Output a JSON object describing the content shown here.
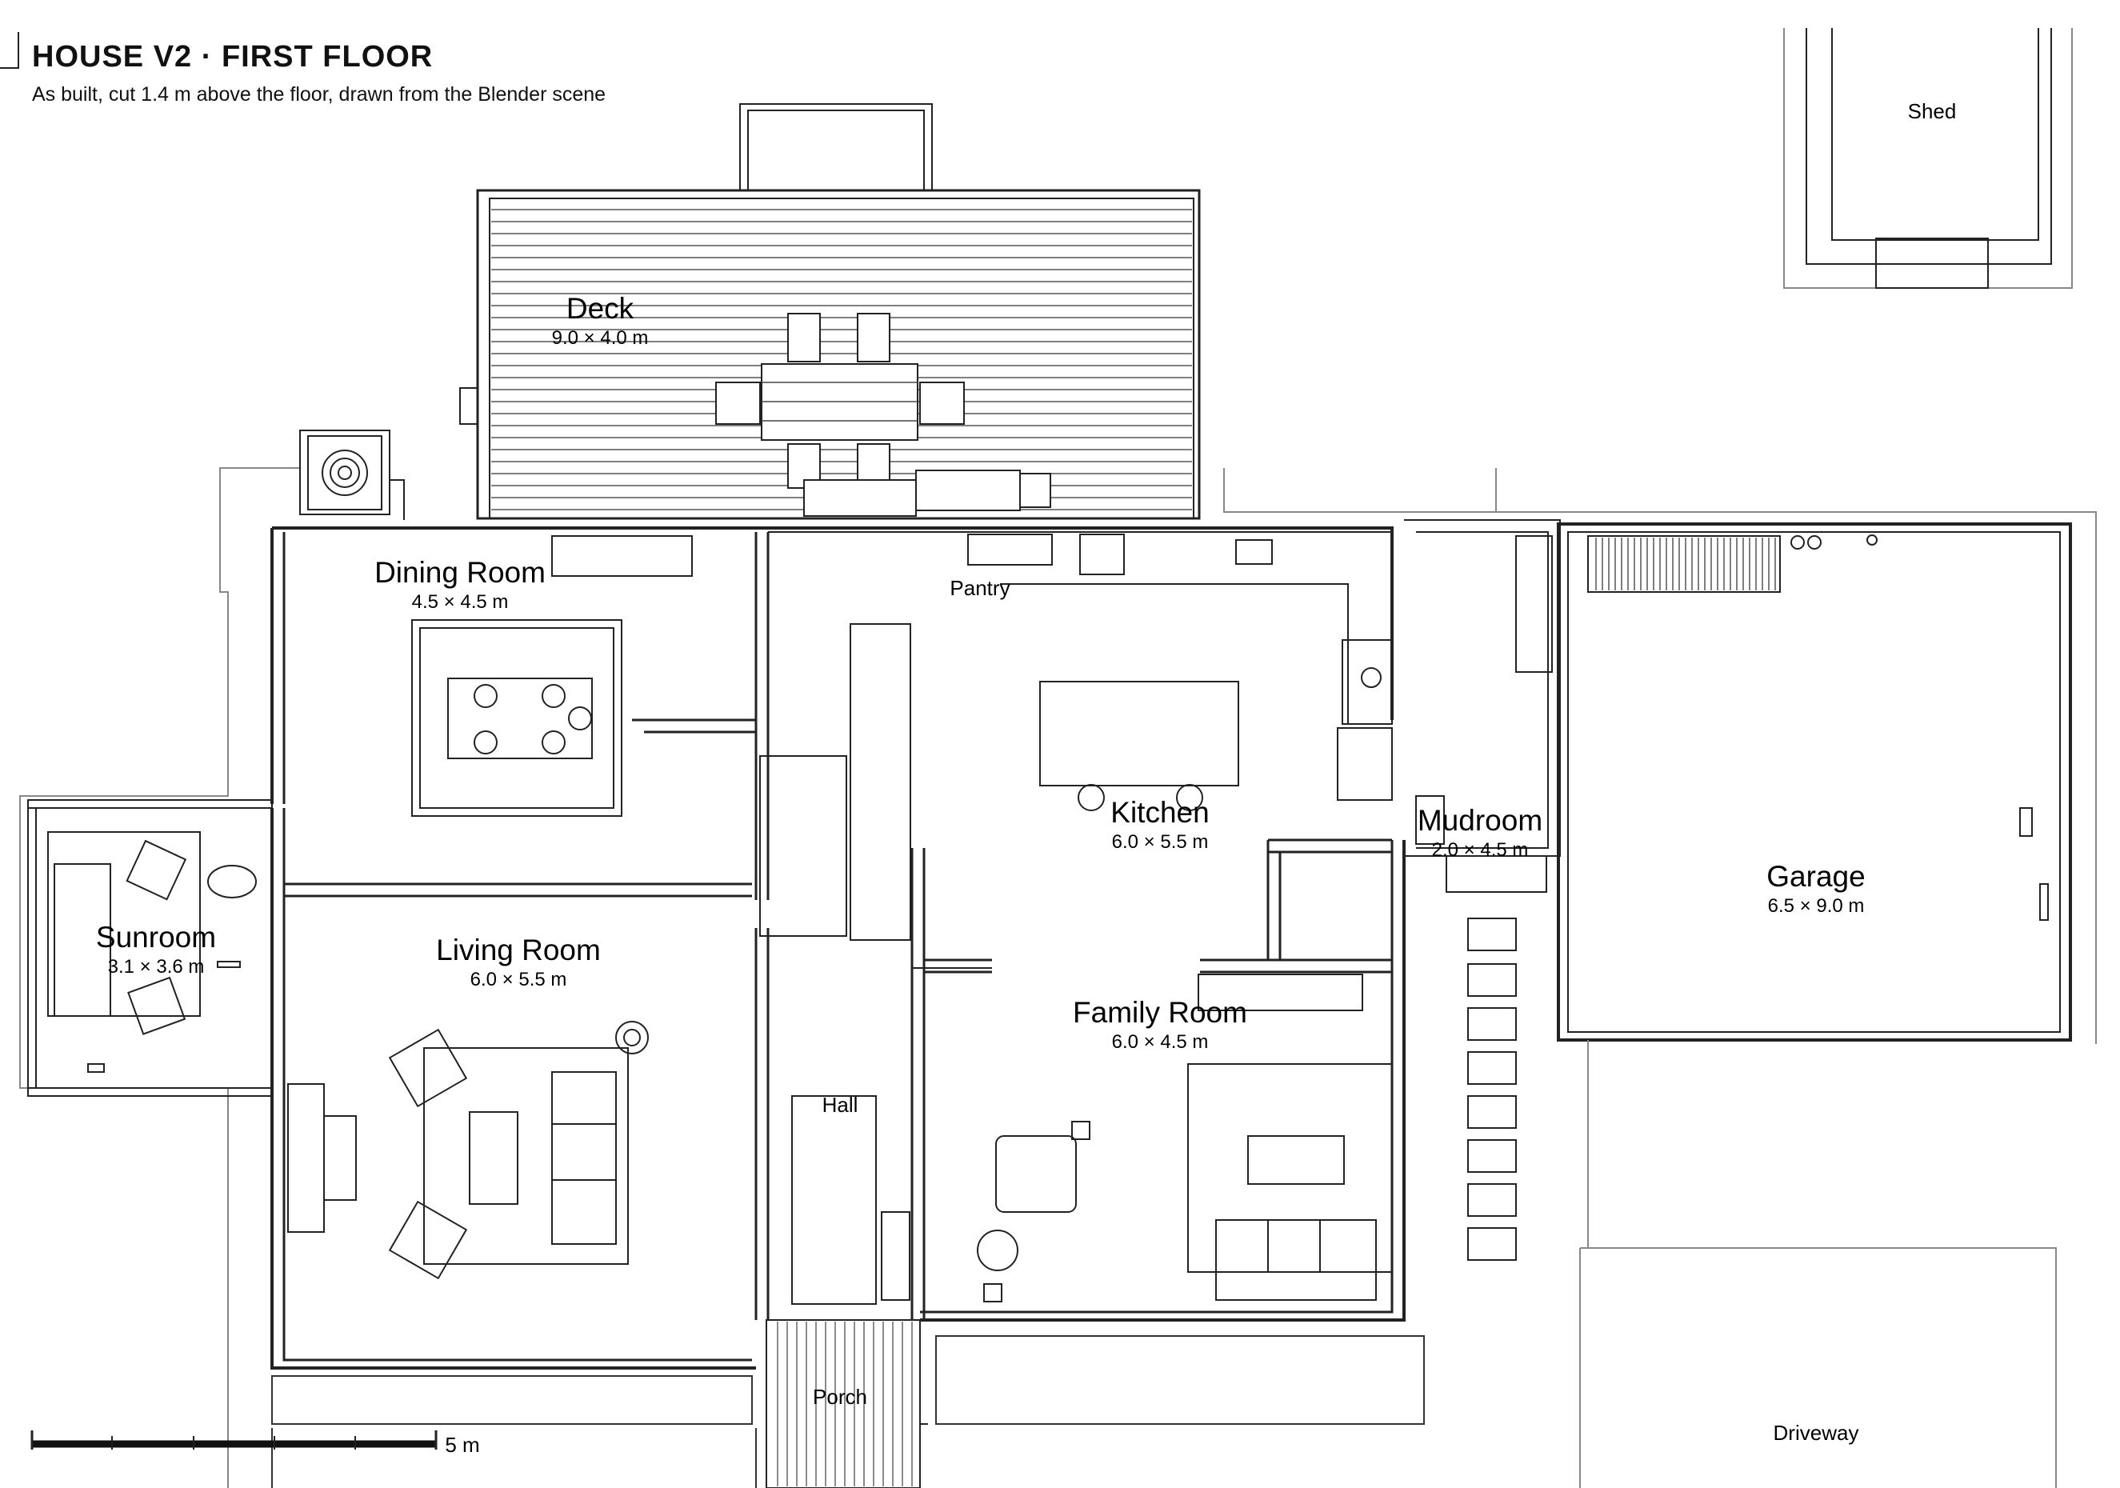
{
  "title": "HOUSE V2  ·  FIRST FLOOR",
  "subtitle": "As built, cut 1.4 m above the floor, drawn from the Blender scene",
  "rooms": {
    "deck": {
      "name": "Deck",
      "dims": "9.0 × 4.0 m"
    },
    "dining": {
      "name": "Dining Room",
      "dims": "4.5 × 4.5 m"
    },
    "sunroom": {
      "name": "Sunroom",
      "dims": "3.1 × 3.6 m"
    },
    "living": {
      "name": "Living Room",
      "dims": "6.0 × 5.5 m"
    },
    "kitchen": {
      "name": "Kitchen",
      "dims": "6.0 × 5.5 m"
    },
    "family": {
      "name": "Family Room",
      "dims": "6.0 × 4.5 m"
    },
    "mudroom": {
      "name": "Mudroom",
      "dims": "2.0 × 4.5 m"
    },
    "garage": {
      "name": "Garage",
      "dims": "6.5 × 9.0 m"
    }
  },
  "labels": {
    "pantry": "Pantry",
    "hall": "Hall",
    "porch": "Porch",
    "shed": "Shed",
    "driveway": "Driveway"
  },
  "scale_bar": {
    "label": "5 m",
    "length_m": 5
  }
}
